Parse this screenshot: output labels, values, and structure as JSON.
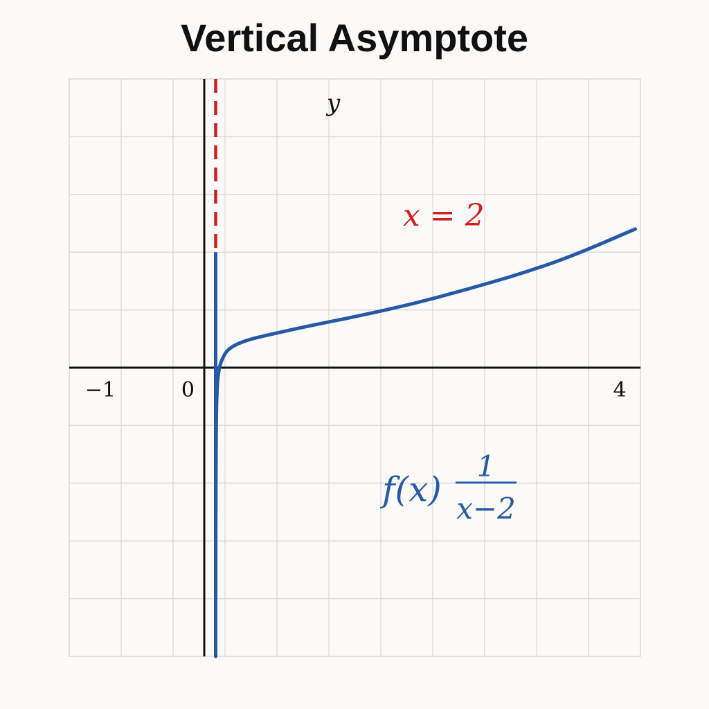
{
  "colors": {
    "background": "#fbfaf8",
    "grid": "#dcdcdc",
    "axis": "#111111",
    "curve": "#2659a6",
    "asymptote": "#d21f1f",
    "title": "#111111"
  },
  "chart_data": {
    "type": "line",
    "title": "Vertical Asymptote",
    "xlabel": "",
    "ylabel": "y",
    "grid": true,
    "grid_lines": {
      "x": [
        -1.3,
        -0.8,
        -0.3,
        0.2,
        0.7,
        1.2,
        1.7,
        2.2,
        2.7,
        3.2,
        3.7,
        4.2
      ],
      "y": [
        0.5,
        1,
        1.5,
        2,
        2.5,
        3
      ]
    },
    "xlim": [
      -1.3,
      4.2
    ],
    "ylim": [
      -2.5,
      2.5
    ],
    "x_ticks": [
      {
        "value": -1,
        "label": "−1"
      },
      {
        "value": 0,
        "label": "0"
      },
      {
        "value": 4,
        "label": "4"
      }
    ],
    "series": [
      {
        "label": "f(x)",
        "label_numerator": "1",
        "label_denominator": "x−2",
        "points": [
          [
            0.11,
            -2.5
          ],
          [
            0.11,
            -1.8
          ],
          [
            0.112,
            -1.0
          ],
          [
            0.115,
            -0.5
          ],
          [
            0.12,
            -0.25
          ],
          [
            0.13,
            -0.08
          ],
          [
            0.15,
            0.02
          ],
          [
            0.18,
            0.09
          ],
          [
            0.22,
            0.15
          ],
          [
            0.3,
            0.2
          ],
          [
            0.45,
            0.25
          ],
          [
            0.7,
            0.3
          ],
          [
            1.0,
            0.36
          ],
          [
            1.5,
            0.45
          ],
          [
            2.0,
            0.55
          ],
          [
            2.5,
            0.67
          ],
          [
            3.0,
            0.8
          ],
          [
            3.5,
            0.95
          ],
          [
            4.15,
            1.2
          ]
        ],
        "vertical_segment": {
          "x": 0.11,
          "y_from": -2.5,
          "y_to": 1.0
        }
      }
    ],
    "asymptote": {
      "x": 0.11,
      "label": "x = 2",
      "y_from": 1.0,
      "y_to": 2.5
    }
  }
}
